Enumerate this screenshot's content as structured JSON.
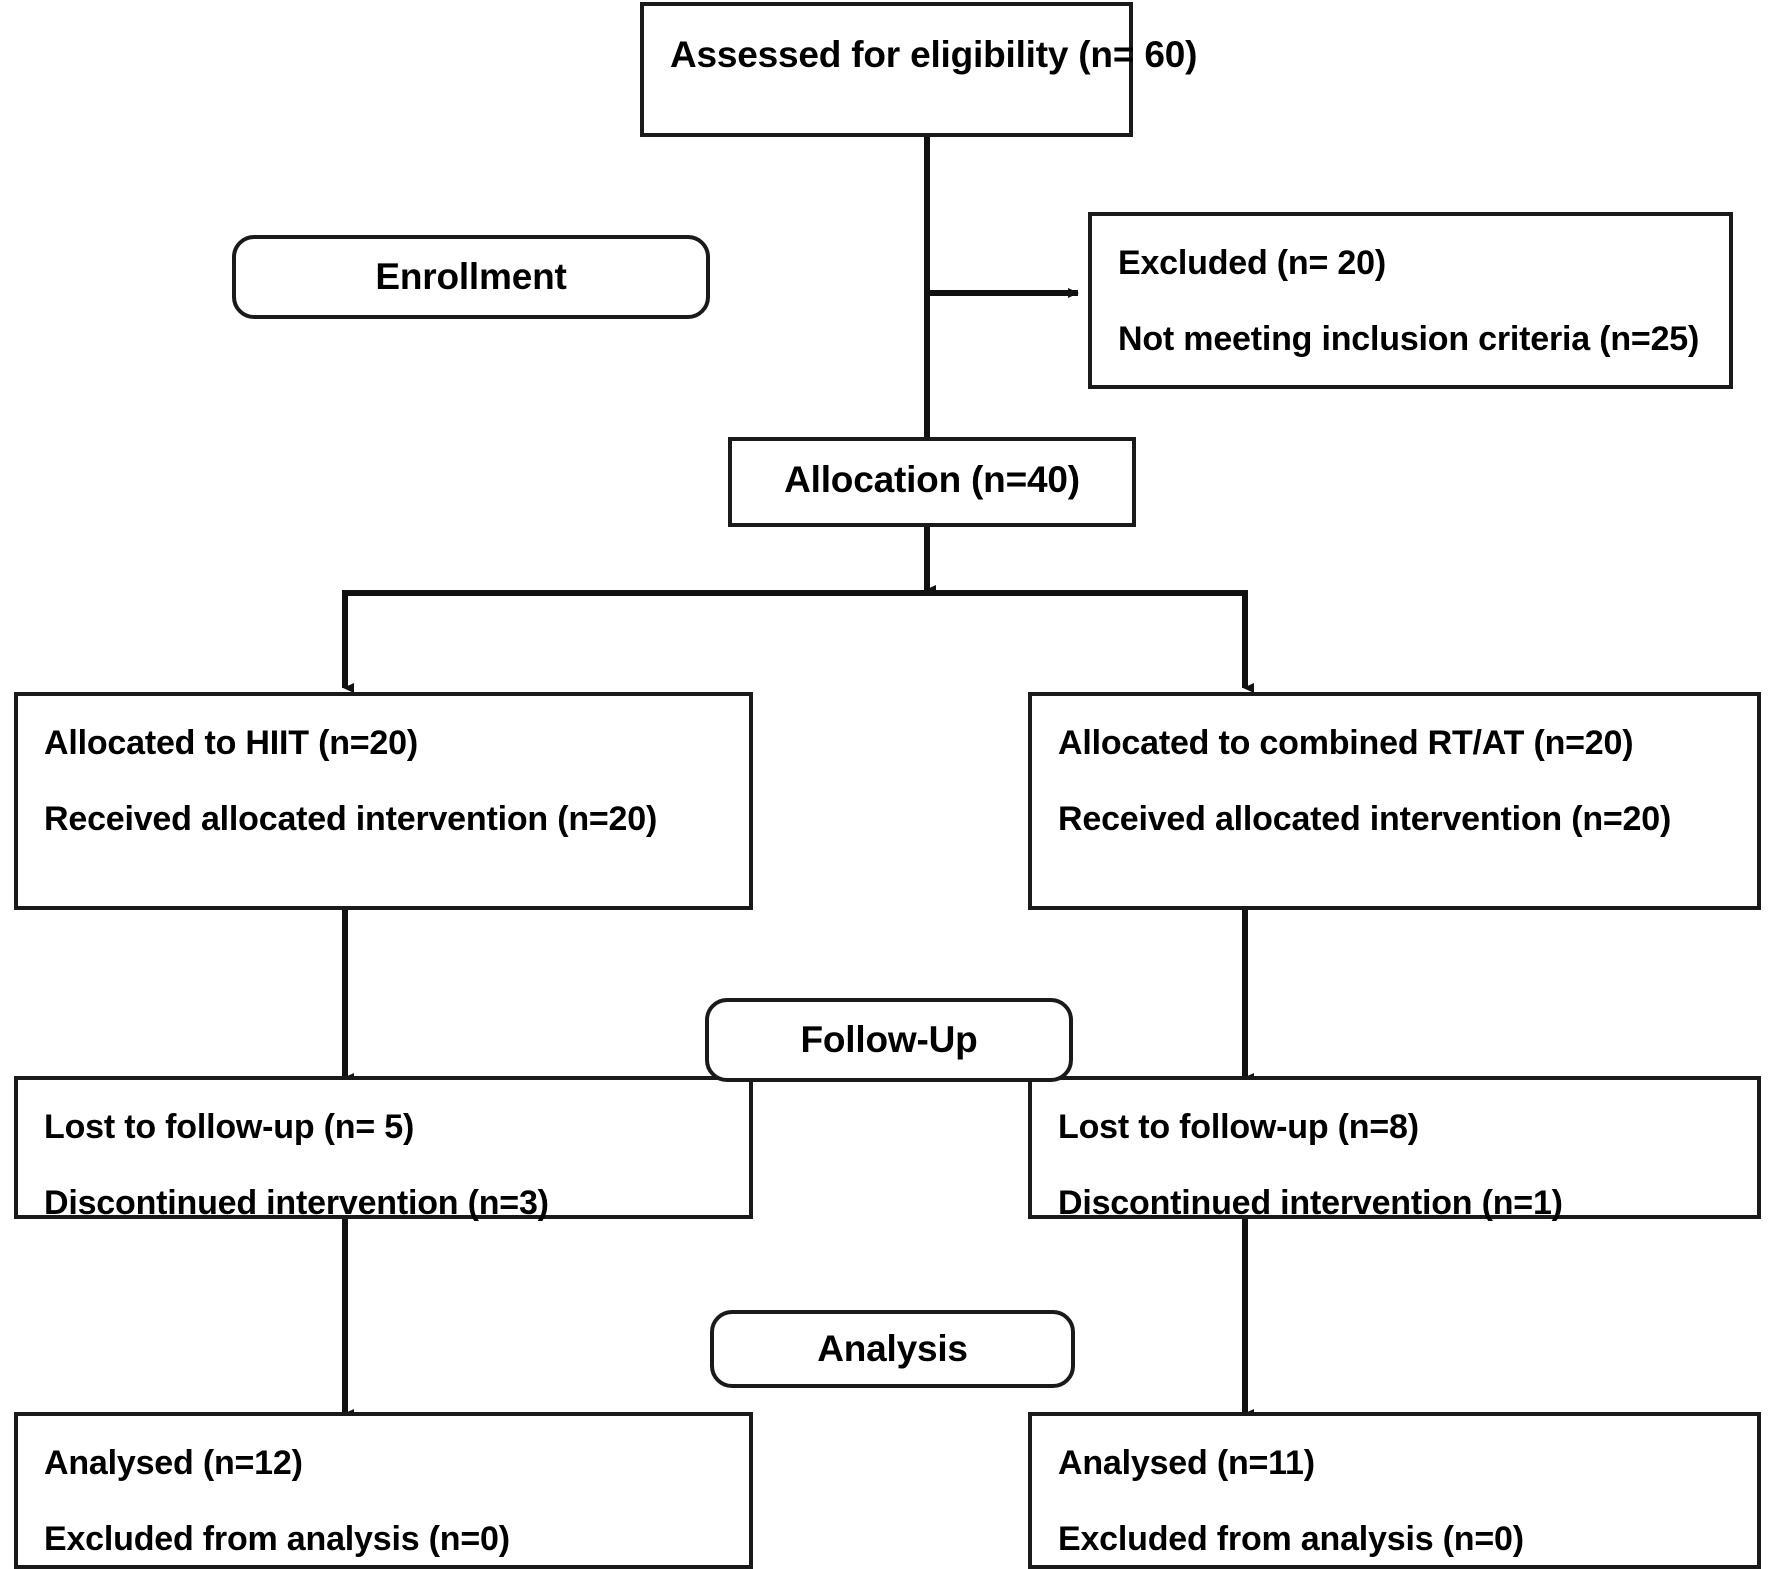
{
  "diagram": {
    "type": "CONSORT participant flow diagram",
    "stages": {
      "enrollment": "Enrollment",
      "follow_up": "Follow-Up",
      "analysis": "Analysis"
    },
    "nodes": {
      "assessed": {
        "line1": "Assessed for eligibility (n= 60)"
      },
      "excluded": {
        "line1": "Excluded (n= 20)",
        "line2": "Not meeting inclusion criteria (n=25)"
      },
      "allocation": {
        "line1": "Allocation (n=40)"
      },
      "allocated_left": {
        "line1": "Allocated to HIIT (n=20)",
        "line2": "Received allocated intervention (n=20)"
      },
      "allocated_right": {
        "line1": "Allocated to combined RT/AT (n=20)",
        "line2": "Received allocated intervention (n=20)"
      },
      "followup_left": {
        "line1": "Lost to follow-up (n= 5)",
        "line2": "Discontinued intervention (n=3)"
      },
      "followup_right": {
        "line1": "Lost to follow-up (n=8)",
        "line2": "Discontinued intervention (n=1)"
      },
      "analysis_left": {
        "line1": "Analysed (n=12)",
        "line2": "Excluded from analysis (n=0)"
      },
      "analysis_right": {
        "line1": "Analysed (n=11)",
        "line2": "Excluded from analysis (n=0)"
      }
    },
    "colors": {
      "stroke": "#1a1a1a",
      "fill": "#ffffff",
      "text": "#000000"
    }
  }
}
